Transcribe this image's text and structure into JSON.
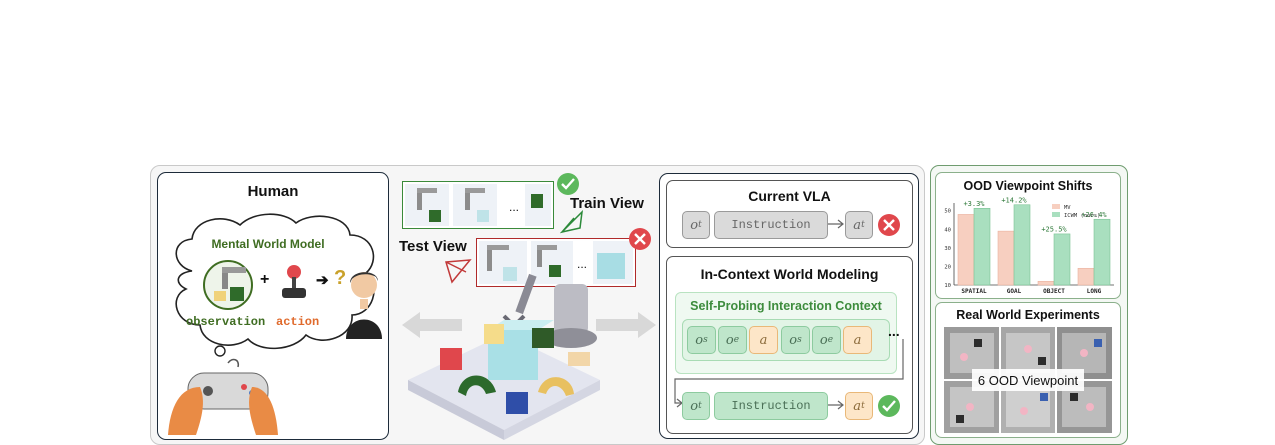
{
  "human": {
    "title": "Human",
    "cloud_title": "Mental World Model",
    "plus": "+",
    "arrow": "➔",
    "question": "?",
    "observation_label": "observation",
    "action_label": "action"
  },
  "middle": {
    "train_view": "Train View",
    "test_view": "Test View",
    "ellipsis": "..."
  },
  "current_vla": {
    "title": "Current VLA",
    "obs_token": "o",
    "obs_sub": "t",
    "instruction": "Instruction",
    "act_token": "a",
    "act_sub": "t"
  },
  "icwm": {
    "title": "In-Context World Modeling",
    "context_title": "Self-Probing Interaction Context",
    "tokens": [
      {
        "base": "o",
        "sub": "s",
        "kind": "green"
      },
      {
        "base": "o",
        "sub": "e",
        "kind": "green"
      },
      {
        "base": "a",
        "sub": "",
        "kind": "orange"
      },
      {
        "base": "o",
        "sub": "s",
        "kind": "green"
      },
      {
        "base": "o",
        "sub": "e",
        "kind": "green"
      },
      {
        "base": "a",
        "sub": "",
        "kind": "orange"
      }
    ],
    "more": "...",
    "obs_token": "o",
    "obs_sub": "t",
    "instruction": "Instruction",
    "act_token": "a",
    "act_sub": "t"
  },
  "ood": {
    "title": "OOD Viewpoint Shifts"
  },
  "real_world": {
    "title": "Real World Experiments",
    "overlay": "6 OOD Viewpoint"
  },
  "colors": {
    "mv": "#f7cfc0",
    "icwm": "#a9dfbf",
    "gain": "#2f7a3a",
    "green_accent": "#2c8a3a",
    "red_accent": "#e0474c"
  },
  "chart_data": {
    "type": "bar",
    "categories": [
      "SPATIAL",
      "GOAL",
      "OBJECT",
      "LONG"
    ],
    "series": [
      {
        "name": "MV",
        "values": [
          48,
          39,
          12,
          19
        ]
      },
      {
        "name": "ICWM (ours)",
        "values": [
          51.3,
          53.2,
          37.5,
          45.4
        ]
      }
    ],
    "annotations": [
      "+3.3%",
      "+14.2%",
      "+25.5%",
      "+26.4%"
    ],
    "yticks": [
      10,
      20,
      30,
      40,
      50
    ],
    "ylim": [
      10,
      52
    ],
    "legend": "top-right"
  }
}
